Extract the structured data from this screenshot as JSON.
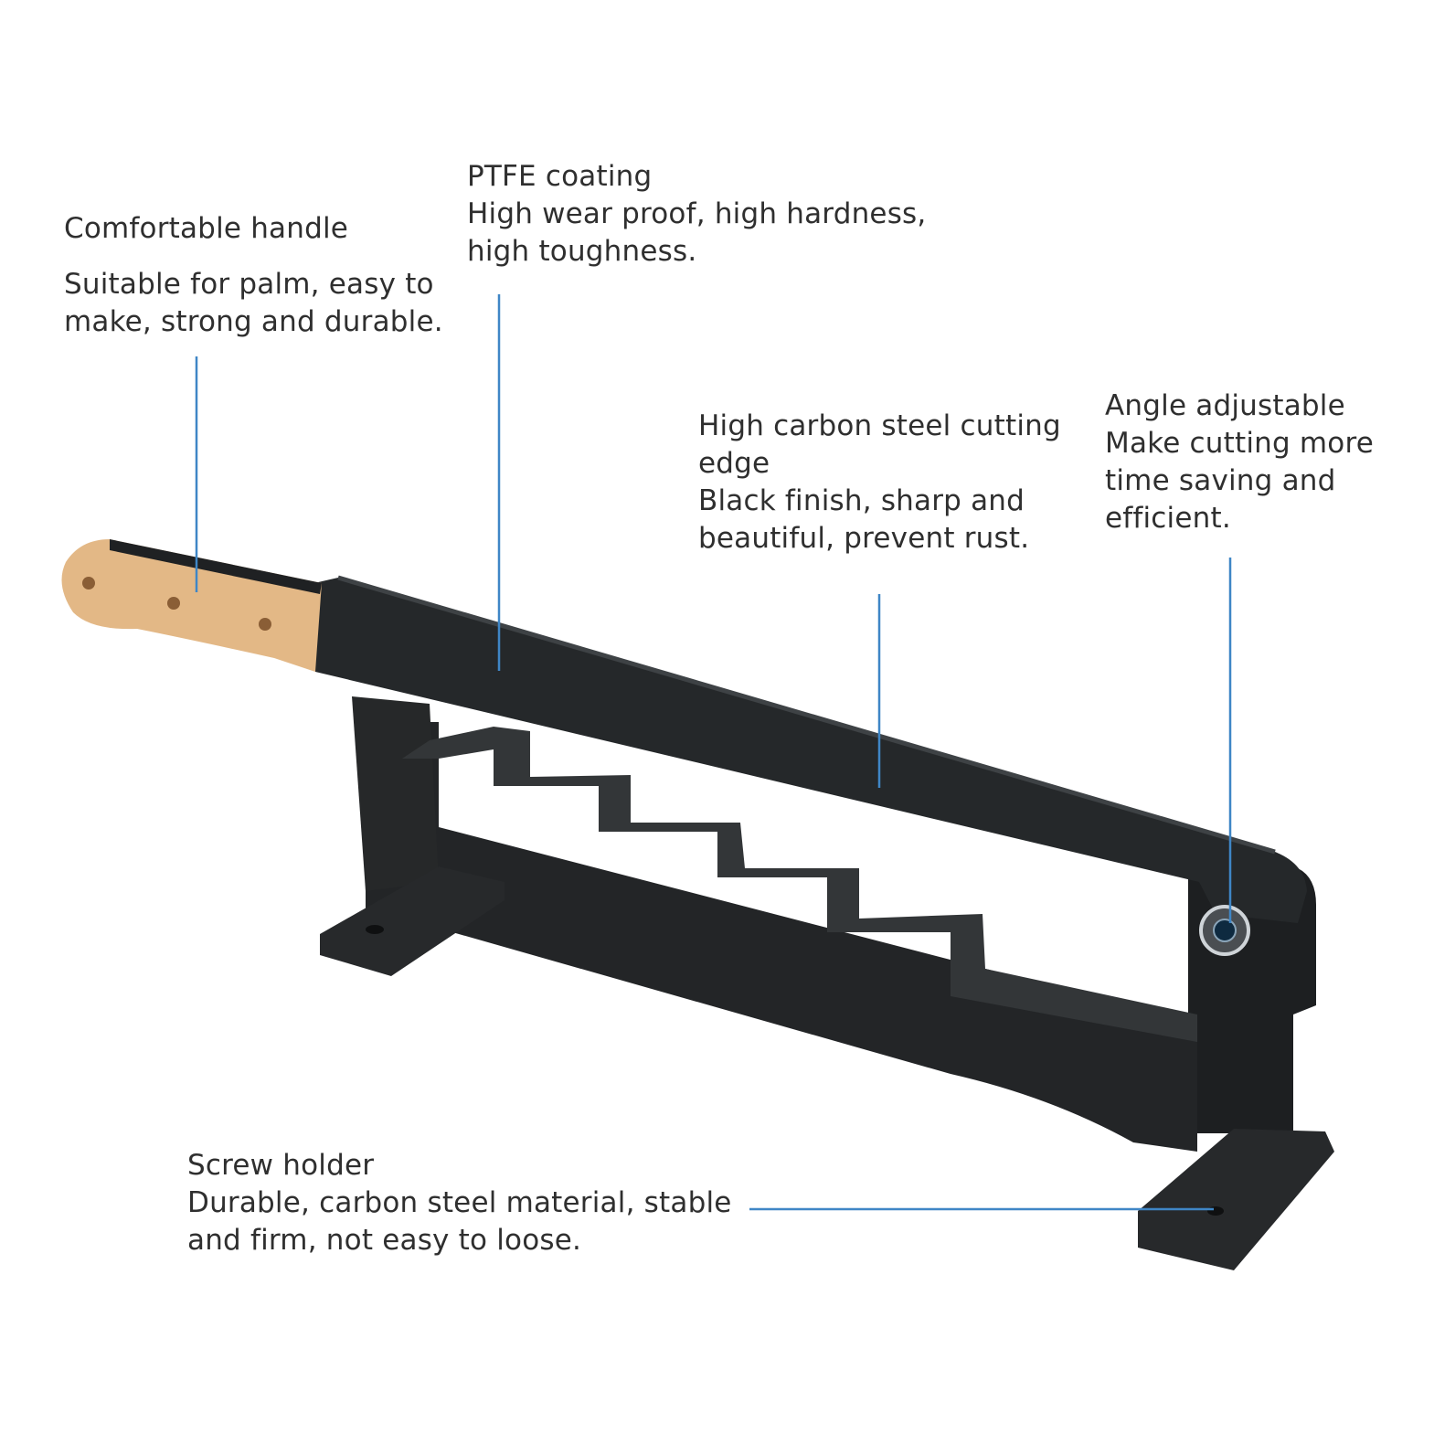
{
  "colors": {
    "background": "#ffffff",
    "text": "#2f2f2f",
    "leader_line": "#3f86c6",
    "metal": "#222426",
    "metal_edge": "#3a3d40",
    "wood": "#e3b886",
    "wood_dark": "#c99664"
  },
  "callouts": {
    "handle": {
      "title": "Comfortable handle",
      "line1": "Suitable for palm, easy to",
      "line2": "make, strong and durable."
    },
    "coating": {
      "title": "PTFE coating",
      "line1": "High wear proof, high hardness,",
      "line2": "high toughness."
    },
    "edge": {
      "title_line1": "High carbon steel cutting",
      "title_line2": "edge",
      "line1": "Black finish, sharp and",
      "line2": "beautiful, prevent rust."
    },
    "angle": {
      "title": "Angle adjustable",
      "line1": "Make cutting more",
      "line2": "time saving and",
      "line3": "efficient."
    },
    "screw": {
      "title": "Screw holder",
      "line1": "Durable, carbon steel material, stable",
      "line2": "and firm, not easy to loose."
    }
  },
  "icons": {
    "product": "pruning-shear-cutter-illustration",
    "pivot": "hex-nut-bolt-icon"
  }
}
